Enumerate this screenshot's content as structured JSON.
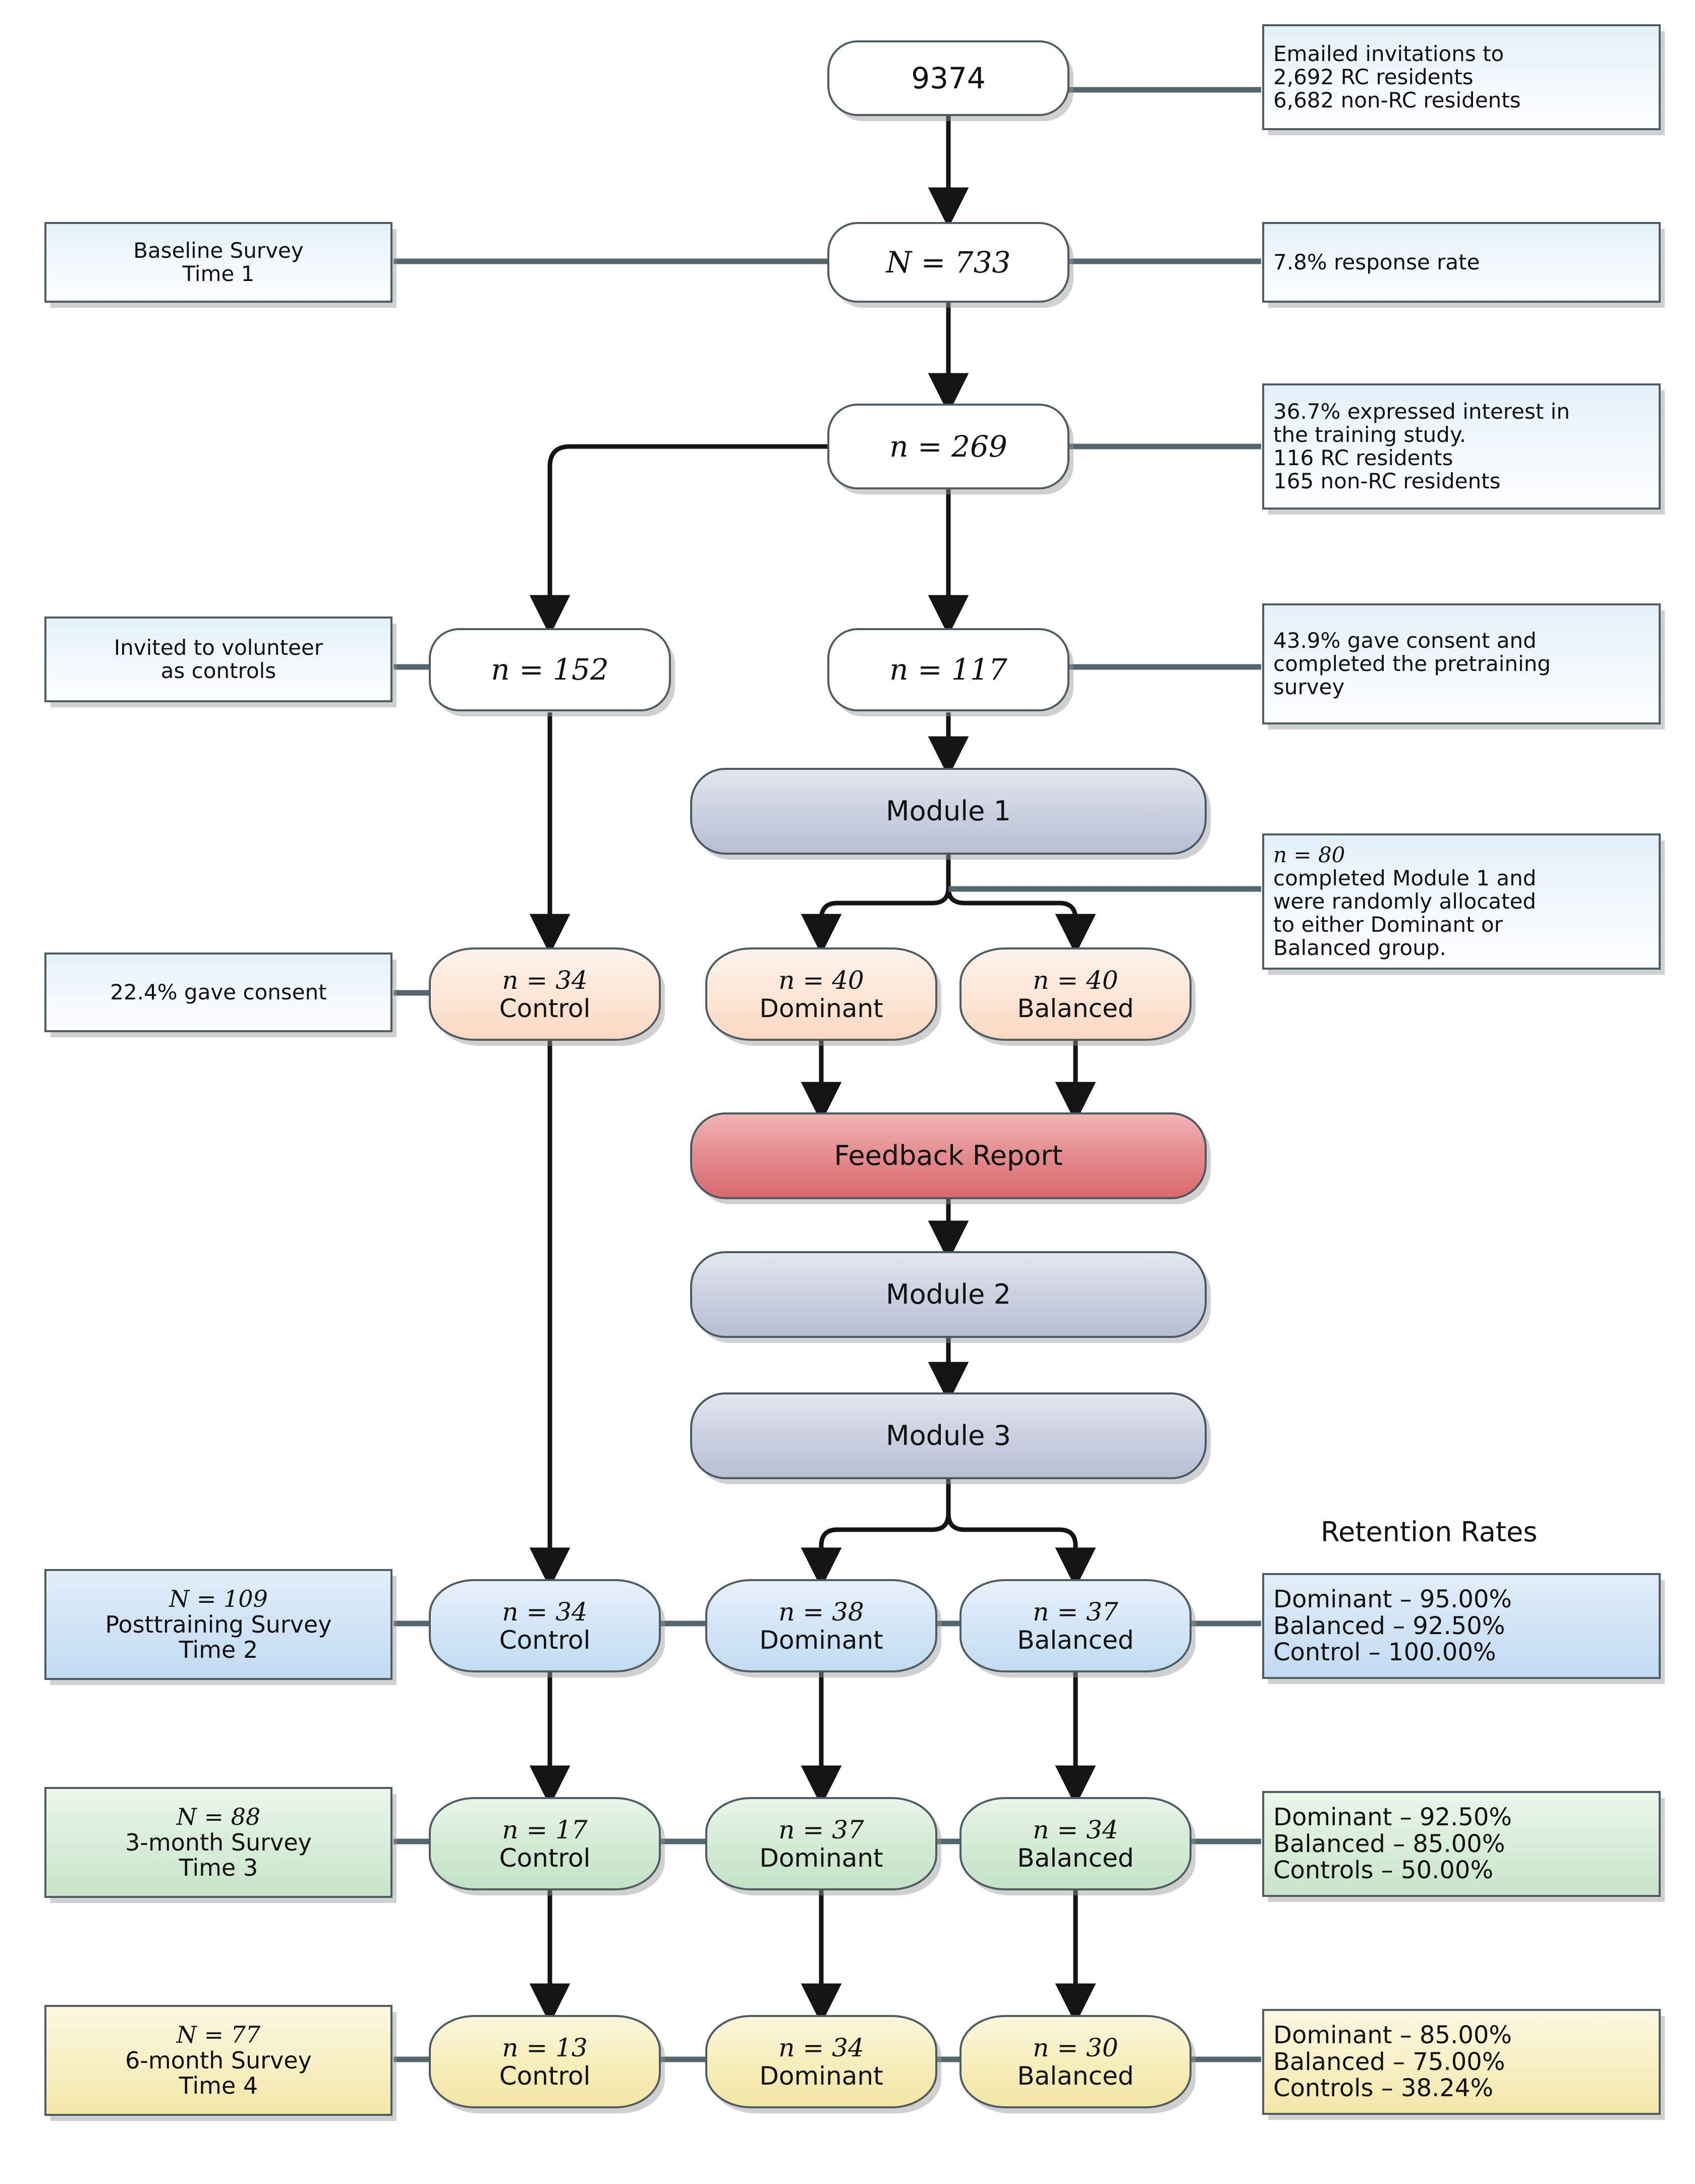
{
  "diagram": {
    "title": "Study participant flow diagram (CONSORT-style)",
    "section_label": "Retention Rates",
    "colors": {
      "border": "#4e5d63",
      "module_fill": "#c6cbdd",
      "feedback_fill": "#e07f84",
      "orange_fill": "#fbe0cb",
      "blue_fill": "#cfe3f5",
      "green_fill": "#d0e9d2",
      "yellow_fill": "#f5ecae"
    }
  },
  "funnel": {
    "invited": {
      "label": "9374"
    },
    "baseline": {
      "label": "N = 733"
    },
    "interested": {
      "label": "n = 269"
    },
    "controls_pool": {
      "label": "n = 152"
    },
    "consented": {
      "label": "n = 117"
    }
  },
  "modules": {
    "module1": "Module 1",
    "feedback": "Feedback Report",
    "module2": "Module 2",
    "module3": "Module 3"
  },
  "left_annotations": {
    "baseline_survey": {
      "line1": "Baseline Survey",
      "line2": "Time 1"
    },
    "invited_controls": {
      "line1": "Invited to volunteer",
      "line2": "as controls"
    },
    "control_consent": {
      "line1": "22.4% gave consent"
    },
    "time2": {
      "line1": "N = 109",
      "line2": "Posttraining Survey",
      "line3": "Time 2"
    },
    "time3": {
      "line1": "N = 88",
      "line2": "3-month Survey",
      "line3": "Time 3"
    },
    "time4": {
      "line1": "N = 77",
      "line2": "6-month Survey",
      "line3": "Time 4"
    }
  },
  "right_annotations": {
    "emailed": {
      "line1": "Emailed invitations to",
      "line2": "2,692 RC residents",
      "line3": "6,682 non-RC residents"
    },
    "response_rate": {
      "line1": "7.8% response rate"
    },
    "interest": {
      "line1": "36.7% expressed interest in",
      "line2": "the training study.",
      "line3": "116 RC residents",
      "line4": "165 non-RC residents"
    },
    "consent": {
      "line1": "43.9% gave consent and",
      "line2": "completed the pretraining",
      "line3": "survey"
    },
    "randomized": {
      "line1": "n = 80",
      "line2": "completed Module 1 and",
      "line3": "were randomly allocated",
      "line4": "to either Dominant or",
      "line5": "Balanced group."
    },
    "retention_time2": {
      "line1": "Dominant – 95.00%",
      "line2": "Balanced – 92.50%",
      "line3": "Control – 100.00%"
    },
    "retention_time3": {
      "line1": "Dominant – 92.50%",
      "line2": "Balanced – 85.00%",
      "line3": "Controls – 50.00%"
    },
    "retention_time4": {
      "line1": "Dominant – 85.00%",
      "line2": "Balanced – 75.00%",
      "line3": "Controls – 38.24%"
    }
  },
  "allocation_row": {
    "control": {
      "n": "n = 34",
      "group": "Control"
    },
    "dominant": {
      "n": "n = 40",
      "group": "Dominant"
    },
    "balanced": {
      "n": "n = 40",
      "group": "Balanced"
    }
  },
  "time2_row": {
    "control": {
      "n": "n = 34",
      "group": "Control"
    },
    "dominant": {
      "n": "n = 38",
      "group": "Dominant"
    },
    "balanced": {
      "n": "n = 37",
      "group": "Balanced"
    }
  },
  "time3_row": {
    "control": {
      "n": "n = 17",
      "group": "Control"
    },
    "dominant": {
      "n": "n = 37",
      "group": "Dominant"
    },
    "balanced": {
      "n": "n = 34",
      "group": "Balanced"
    }
  },
  "time4_row": {
    "control": {
      "n": "n = 13",
      "group": "Control"
    },
    "dominant": {
      "n": "n = 34",
      "group": "Dominant"
    },
    "balanced": {
      "n": "n = 30",
      "group": "Balanced"
    }
  },
  "chart_data": {
    "type": "table",
    "title": "Participant flow and retention",
    "stages": [
      {
        "stage": "Emailed invitations",
        "N": 9374
      },
      {
        "stage": "Baseline Survey (Time 1)",
        "N": 733,
        "response_rate_pct": 7.8
      },
      {
        "stage": "Expressed interest",
        "N": 269,
        "pct": 36.7,
        "rc_residents": 116,
        "non_rc_residents": 165
      },
      {
        "stage": "Invited to volunteer as controls",
        "N": 152
      },
      {
        "stage": "Gave consent + pretraining survey",
        "N": 117,
        "pct": 43.9
      },
      {
        "stage": "Completed Module 1 and randomized",
        "N": 80
      }
    ],
    "invited_breakdown": {
      "rc_residents": 2692,
      "non_rc_residents": 6682
    },
    "allocation": {
      "Control": 34,
      "Dominant": 40,
      "Balanced": 40,
      "control_consent_pct": 22.4
    },
    "time2": {
      "N": 109,
      "Control": 34,
      "Dominant": 38,
      "Balanced": 37,
      "retention_pct": {
        "Dominant": 95.0,
        "Balanced": 92.5,
        "Control": 100.0
      }
    },
    "time3": {
      "N": 88,
      "Control": 17,
      "Dominant": 37,
      "Balanced": 34,
      "retention_pct": {
        "Dominant": 92.5,
        "Balanced": 85.0,
        "Controls": 50.0
      }
    },
    "time4": {
      "N": 77,
      "Control": 13,
      "Dominant": 34,
      "Balanced": 30,
      "retention_pct": {
        "Dominant": 85.0,
        "Balanced": 75.0,
        "Controls": 38.24
      }
    }
  }
}
